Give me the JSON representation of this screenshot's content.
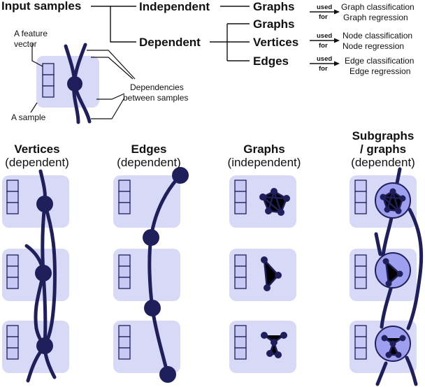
{
  "top": {
    "input_samples": "Input samples",
    "independent": "Independent",
    "dependent": "Dependent",
    "graphs_a": "Graphs",
    "graphs_b": "Graphs",
    "vertices": "Vertices",
    "edges": "Edges",
    "used_for": [
      "used",
      "for"
    ],
    "tasks": [
      [
        "Graph classification",
        "Graph regression"
      ],
      [
        "Node classification",
        "Node regression"
      ],
      [
        "Edge classification",
        "Edge regression"
      ]
    ]
  },
  "legend": {
    "feature_vector": [
      "A feature",
      "vector"
    ],
    "sample": "A sample",
    "dependencies": [
      "Dependencies",
      "between samples"
    ]
  },
  "columns": [
    {
      "title": "Vertices",
      "subtitle": "(dependent)"
    },
    {
      "title": "Edges",
      "subtitle": "(dependent)"
    },
    {
      "title": "Graphs",
      "subtitle": "(independent)"
    },
    {
      "title_lines": [
        "Subgraphs",
        "/ graphs"
      ],
      "subtitle": "(dependent)"
    }
  ],
  "colors": {
    "dark": "#1f1f5c",
    "panel": "#d8d8f7",
    "node_fill": "#1f1f5c",
    "circle_fill": "#9f9fef",
    "cell_fill": "#c9c9f5"
  }
}
